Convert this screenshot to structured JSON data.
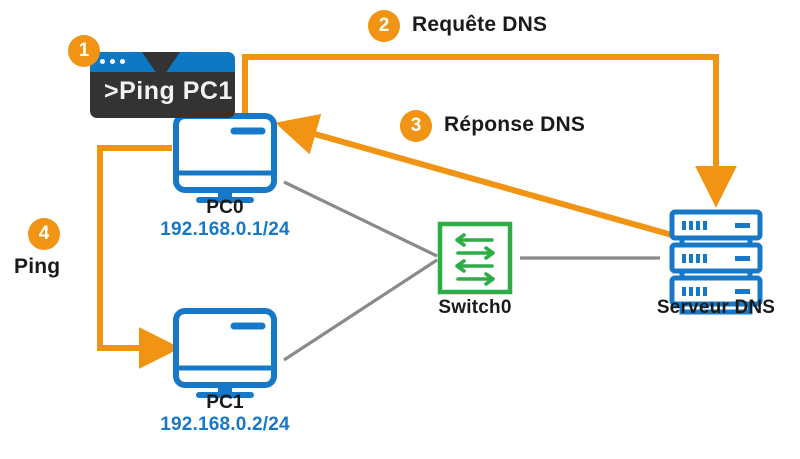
{
  "diagram": {
    "title": "DNS resolution and ping network diagram",
    "colors": {
      "orange": "#F29413",
      "blue": "#1878c8",
      "green": "#2eac46",
      "gray": "#8a8a8a",
      "dark": "#333333",
      "text": "#1a1a1a",
      "white": "#ffffff"
    }
  },
  "terminal": {
    "name": "command-terminal",
    "command": ">Ping PC1",
    "dots": 3
  },
  "steps": [
    {
      "number": "1",
      "label": ""
    },
    {
      "number": "2",
      "label": "Requête DNS"
    },
    {
      "number": "3",
      "label": "Réponse DNS"
    },
    {
      "number": "4",
      "label": "Ping"
    }
  ],
  "nodes": [
    {
      "id": "pc0",
      "name": "PC0",
      "ip": "192.168.0.1/24",
      "icon": "desktop-monitor-icon"
    },
    {
      "id": "pc1",
      "name": "PC1",
      "ip": "192.168.0.2/24",
      "icon": "desktop-monitor-icon"
    },
    {
      "id": "switch0",
      "name": "Switch0",
      "ip": "",
      "icon": "switch-icon"
    },
    {
      "id": "dns",
      "name": "Serveur DNS",
      "ip": "",
      "icon": "server-rack-icon"
    }
  ],
  "links": [
    {
      "from": "pc0",
      "to": "switch0",
      "style": "gray-line"
    },
    {
      "from": "pc1",
      "to": "switch0",
      "style": "gray-line"
    },
    {
      "from": "switch0",
      "to": "dns",
      "style": "gray-line"
    },
    {
      "from": "pc0",
      "to": "dns",
      "style": "orange-arrow",
      "step": "2"
    },
    {
      "from": "dns",
      "to": "pc0",
      "style": "orange-arrow",
      "step": "3"
    },
    {
      "from": "pc0",
      "to": "pc1",
      "style": "orange-arrow",
      "step": "4"
    }
  ]
}
